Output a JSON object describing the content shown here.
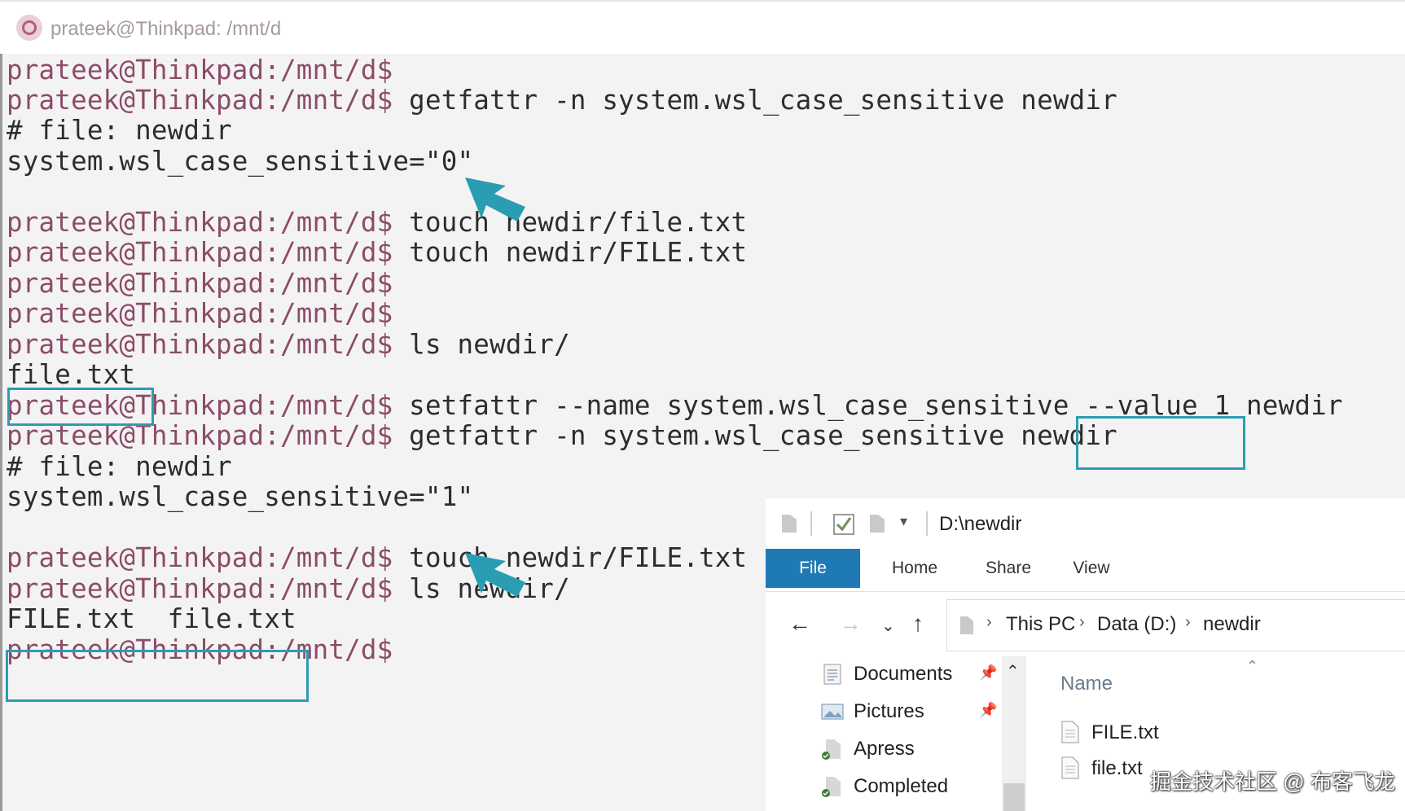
{
  "terminal": {
    "title": "prateek@Thinkpad: /mnt/d",
    "prompt": "prateek@Thinkpad:/mnt/d$",
    "lines": [
      {
        "prompt": true,
        "text": ""
      },
      {
        "prompt": true,
        "text": " getfattr -n system.wsl_case_sensitive newdir"
      },
      {
        "prompt": false,
        "text": "# file: newdir"
      },
      {
        "prompt": false,
        "text": "system.wsl_case_sensitive=\"0\""
      },
      {
        "prompt": true,
        "text": " touch newdir/file.txt"
      },
      {
        "prompt": true,
        "text": " touch newdir/FILE.txt"
      },
      {
        "prompt": true,
        "text": ""
      },
      {
        "prompt": true,
        "text": ""
      },
      {
        "prompt": true,
        "text": " ls newdir/"
      },
      {
        "prompt": false,
        "text": "file.txt"
      },
      {
        "prompt": true,
        "text": " setfattr --name system.wsl_case_sensitive --value 1 newdir"
      },
      {
        "prompt": true,
        "text": " getfattr -n system.wsl_case_sensitive newdir"
      },
      {
        "prompt": false,
        "text": "# file: newdir"
      },
      {
        "prompt": false,
        "text": "system.wsl_case_sensitive=\"1\""
      },
      {
        "prompt": true,
        "text": " touch newdir/FILE.txt"
      },
      {
        "prompt": true,
        "text": " ls newdir/"
      },
      {
        "prompt": false,
        "text": "FILE.txt  file.txt"
      },
      {
        "prompt": true,
        "text": ""
      }
    ]
  },
  "explorer": {
    "title_path": "D:\\newdir",
    "ribbon_tabs": [
      "File",
      "Home",
      "Share",
      "View"
    ],
    "breadcrumbs": [
      "This PC",
      "Data (D:)",
      "newdir"
    ],
    "nav_items": [
      {
        "label": "Documents",
        "pinned": true
      },
      {
        "label": "Pictures",
        "pinned": true
      },
      {
        "label": "Apress",
        "pinned": false
      },
      {
        "label": "Completed",
        "pinned": false
      }
    ],
    "column_header": "Name",
    "files": [
      "FILE.txt",
      "file.txt"
    ]
  },
  "watermark": "掘金技术社区 @ 布客飞龙",
  "colors": {
    "accent": "#2b9db2",
    "prompt": "#8c4c68",
    "ribbon_file": "#1f79b5"
  }
}
